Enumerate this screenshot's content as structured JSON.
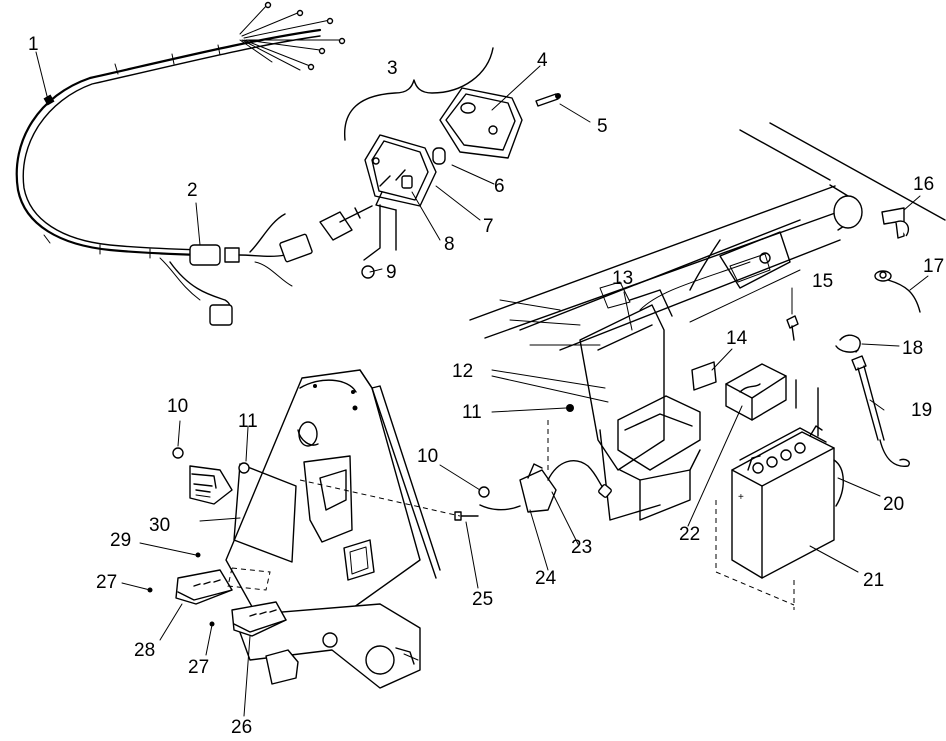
{
  "diagram": {
    "part_labels": [
      "1",
      "2",
      "3",
      "4",
      "5",
      "6",
      "7",
      "8",
      "9",
      "10",
      "11",
      "12",
      "13",
      "14",
      "15",
      "16",
      "17",
      "18",
      "19",
      "20",
      "21",
      "22",
      "23",
      "24",
      "25",
      "26",
      "27",
      "28",
      "29",
      "30",
      "10",
      "11",
      "27"
    ]
  }
}
